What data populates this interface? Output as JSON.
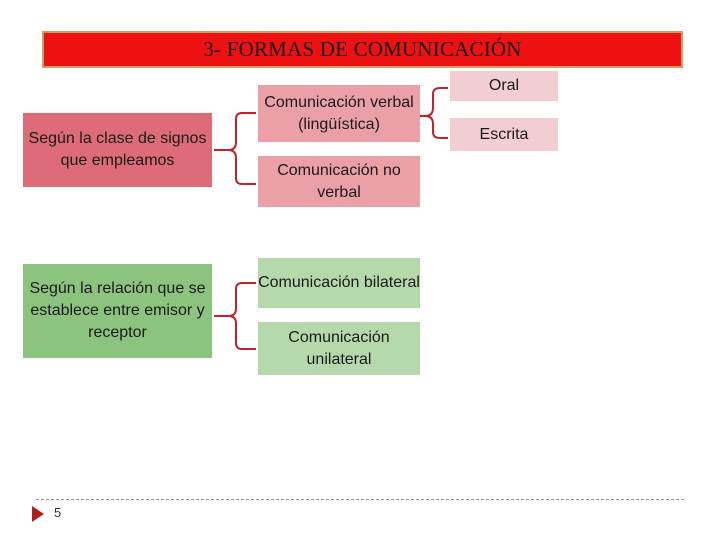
{
  "title": "3- FORMAS DE COMUNICACIÓN",
  "categories": [
    {
      "label": "Según la clase de signos que empleamos",
      "children": [
        {
          "label": "Comunicación verbal (lingüística)",
          "children": [
            {
              "label": "Oral"
            },
            {
              "label": "Escrita"
            }
          ]
        },
        {
          "label": "Comunicación no verbal"
        }
      ]
    },
    {
      "label": "Según la relación que se establece entre emisor y receptor",
      "children": [
        {
          "label": "Comunicación bilateral"
        },
        {
          "label": "Comunicación unilateral"
        }
      ]
    }
  ],
  "page_number": "5",
  "colors": {
    "title_bg": "#ee1111",
    "connector": "#c0232d",
    "red_dark": "#de6c78",
    "red_mid": "#eba0a8",
    "red_light": "#f2cdd2",
    "green_dark": "#8cc37f",
    "green_light": "#b5d9ab"
  }
}
